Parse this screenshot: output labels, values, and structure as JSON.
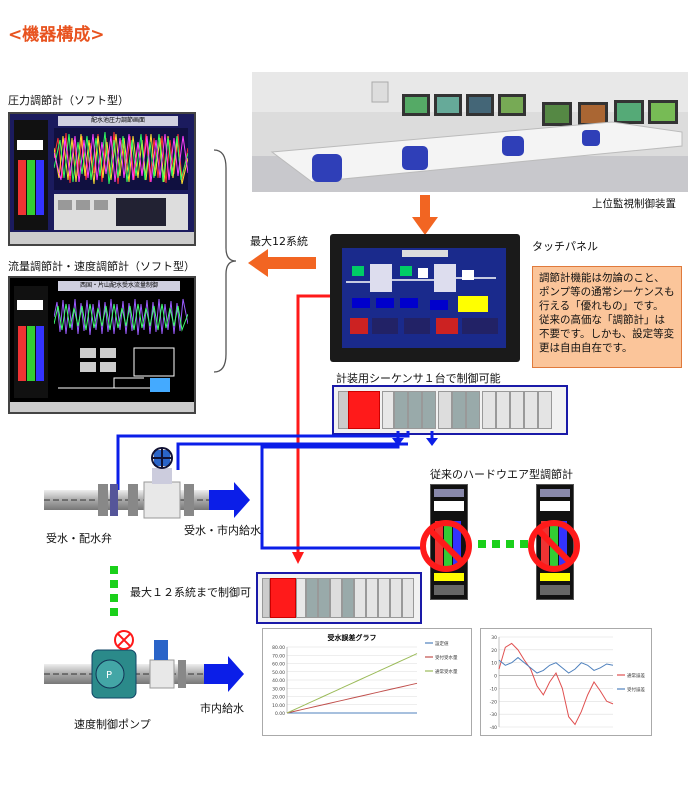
{
  "title": "<機器構成>",
  "labels": {
    "pressure_ctrl": "圧力調節計（ソフト型）",
    "flow_ctrl": "流量調節計・速度調節計（ソフト型）",
    "max12": "最大12系統",
    "supervisor": "上位監視制御装置",
    "touch_panel": "タッチパネル",
    "sequencer": "計装用シーケンサ１台で制御可能",
    "hw_ctrl": "従来のハードウエア型調節計",
    "valve": "受水・配水弁",
    "intake_city": "受水・市内給水",
    "max12_ctrl": "最大１２系統まで制御可",
    "pump": "速度制御ポンプ",
    "city_supply": "市内給水"
  },
  "note_lines": [
    "調節計機能は勿論のこと、ポンプ等の通常シーケンスも行える「優れもの」です。",
    "従来の高価な「調節計」は不要です。しかも、設定等変更は自由自在です。"
  ],
  "screens": {
    "pressure_title": "配水池圧力調節画面",
    "flow_title": "西国・片山配水受水流量制御"
  },
  "colors": {
    "orange": "#f26522",
    "blue": "#0b1ee8",
    "red": "#ff1a1a",
    "green": "#1ad01a"
  },
  "chart_data": [
    {
      "type": "line",
      "title": "受水誤差グラフ",
      "ylim": [
        0,
        80
      ],
      "yticks": [
        "80.00",
        "70.00",
        "60.00",
        "50.00",
        "40.00",
        "30.00",
        "20.00",
        "10.00",
        "0.00"
      ],
      "series": [
        {
          "name": "設定値",
          "color": "#4f81bd",
          "values": [
            0,
            0,
            0,
            0,
            0,
            0,
            0,
            0,
            0,
            0,
            0,
            0,
            0,
            0,
            0,
            0,
            0,
            0,
            0
          ]
        },
        {
          "name": "受付受水量",
          "color": "#c0504d",
          "values": [
            0,
            2,
            4,
            6,
            8,
            10,
            12,
            14,
            16,
            18,
            20,
            22,
            24,
            26,
            28,
            30,
            32,
            34,
            36
          ]
        },
        {
          "name": "通常受水量",
          "color": "#9bbb59",
          "values": [
            0,
            4,
            8,
            12,
            16,
            20,
            24,
            28,
            32,
            36,
            40,
            44,
            48,
            52,
            56,
            60,
            64,
            68,
            72
          ]
        }
      ]
    },
    {
      "type": "line",
      "ylim": [
        -40,
        30
      ],
      "yticks": [
        "30",
        "20",
        "10",
        "0",
        "-10",
        "-20",
        "-30",
        "-40"
      ],
      "series": [
        {
          "name": "通常誤差",
          "color": "#e05050",
          "values": [
            5,
            22,
            25,
            20,
            12,
            5,
            -8,
            -15,
            -5,
            2,
            -10,
            -32,
            -38,
            -28,
            -15,
            -5,
            -12,
            -20,
            -22
          ]
        },
        {
          "name": "受付誤差",
          "color": "#4f81bd",
          "values": [
            12,
            8,
            10,
            14,
            10,
            6,
            2,
            4,
            8,
            10,
            6,
            2,
            5,
            10,
            8,
            4,
            6,
            9,
            8
          ]
        }
      ]
    }
  ]
}
